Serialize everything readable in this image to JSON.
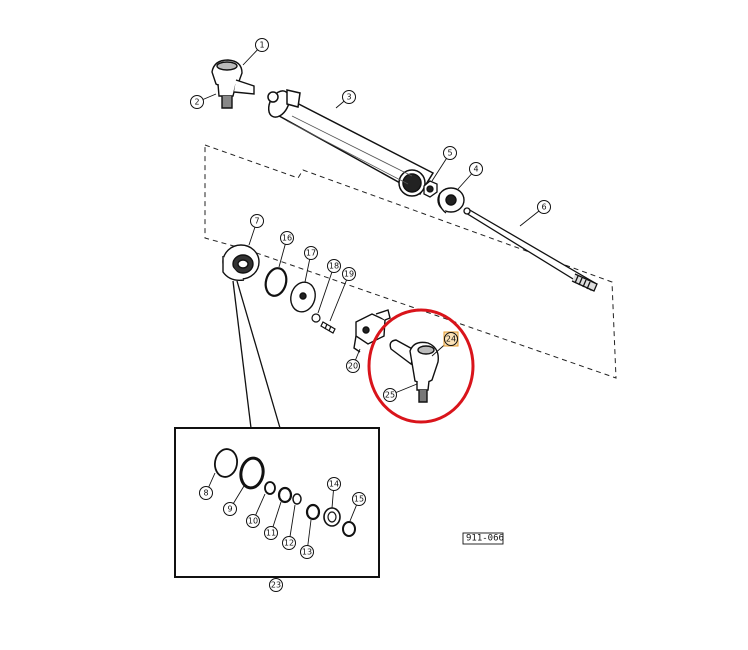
{
  "diagram": {
    "drawing_number": "911-066",
    "highlight_color": "#d9141b",
    "callouts": [
      {
        "id": "c1",
        "label": "1"
      },
      {
        "id": "c2",
        "label": "2"
      },
      {
        "id": "c3",
        "label": "3"
      },
      {
        "id": "c4",
        "label": "4"
      },
      {
        "id": "c5",
        "label": "5"
      },
      {
        "id": "c6",
        "label": "6"
      },
      {
        "id": "c7",
        "label": "7"
      },
      {
        "id": "c8",
        "label": "8"
      },
      {
        "id": "c9",
        "label": "9"
      },
      {
        "id": "c10",
        "label": "10"
      },
      {
        "id": "c11",
        "label": "11"
      },
      {
        "id": "c12",
        "label": "12"
      },
      {
        "id": "c13",
        "label": "13"
      },
      {
        "id": "c14",
        "label": "14"
      },
      {
        "id": "c15",
        "label": "15"
      },
      {
        "id": "c16",
        "label": "16"
      },
      {
        "id": "c17",
        "label": "17"
      },
      {
        "id": "c18",
        "label": "18"
      },
      {
        "id": "c19",
        "label": "19"
      },
      {
        "id": "c20",
        "label": "20"
      },
      {
        "id": "c23",
        "label": "23"
      },
      {
        "id": "c24",
        "label": "24"
      },
      {
        "id": "c25",
        "label": "25"
      }
    ]
  }
}
